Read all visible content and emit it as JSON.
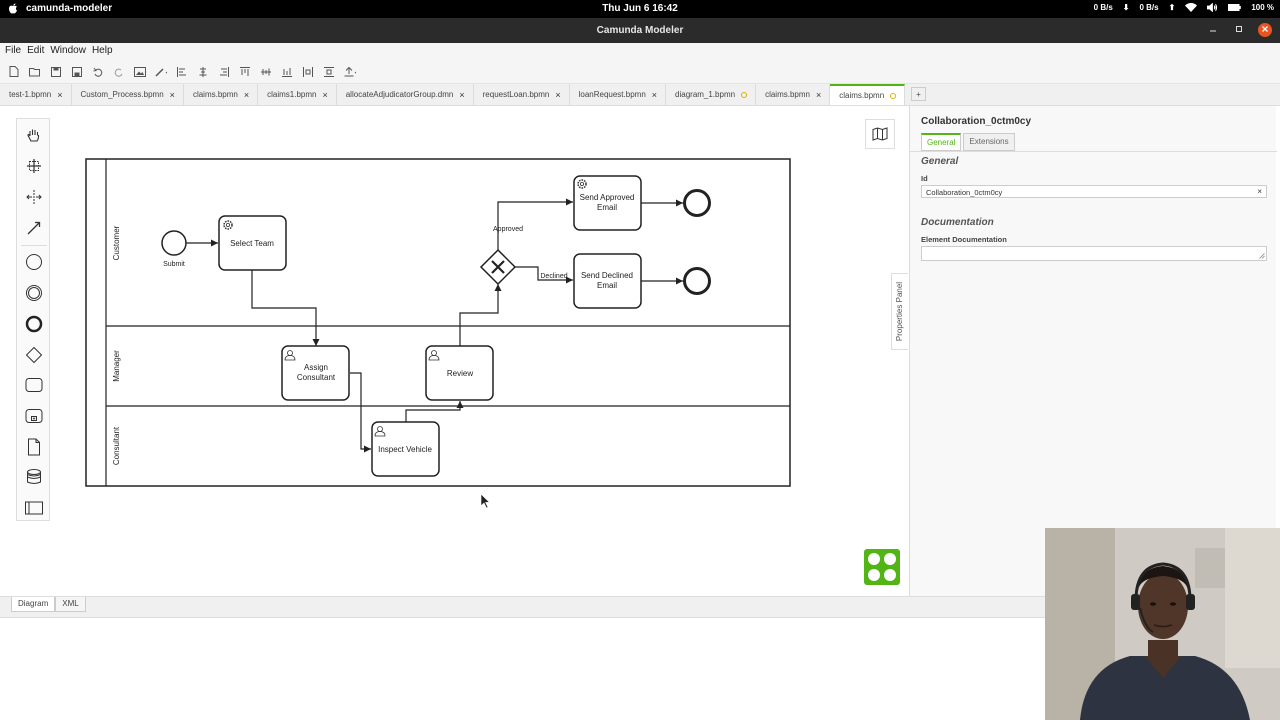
{
  "system": {
    "app_name": "camunda-modeler",
    "clock": "Thu Jun 6  16:42",
    "net_down": "0 B/s",
    "net_up": "0 B/s",
    "battery": "100 %"
  },
  "window": {
    "title": "Camunda Modeler"
  },
  "menu": [
    "File",
    "Edit",
    "Window",
    "Help"
  ],
  "tabs": [
    {
      "label": "test-1.bpmn",
      "state": "close"
    },
    {
      "label": "Custom_Process.bpmn",
      "state": "close"
    },
    {
      "label": "claims.bpmn",
      "state": "close"
    },
    {
      "label": "claims1.bpmn",
      "state": "close"
    },
    {
      "label": "allocateAdjudicatorGroup.dmn",
      "state": "close"
    },
    {
      "label": "requestLoan.bpmn",
      "state": "close"
    },
    {
      "label": "loanRequest.bpmn",
      "state": "close"
    },
    {
      "label": "diagram_1.bpmn",
      "state": "dirty"
    },
    {
      "label": "claims.bpmn",
      "state": "close"
    },
    {
      "label": "claims.bpmn",
      "state": "dirty",
      "active": true
    }
  ],
  "tab_add": "+",
  "diagram": {
    "lanes": [
      "Customer",
      "Manager",
      "Consultant"
    ],
    "start_label": "Submit",
    "tasks": {
      "select_team": "Select Team",
      "assign": [
        "Assign",
        "Consultant"
      ],
      "review": "Review",
      "inspect": "Inspect Vehicle",
      "approved_email": [
        "Send Approved",
        "Email"
      ],
      "declined_email": [
        "Send Declined",
        "Email"
      ]
    },
    "flow_labels": {
      "approved": "Approved",
      "declined": "Declined"
    },
    "colors": {
      "stroke": "#222222",
      "accent": "#52b415"
    }
  },
  "properties": {
    "toggle_label": "Properties Panel",
    "title": "Collaboration_0ctm0cy",
    "tabs": [
      {
        "label": "General",
        "active": true
      },
      {
        "label": "Extensions"
      }
    ],
    "general_heading": "General",
    "id_label": "Id",
    "id_value": "Collaboration_0ctm0cy",
    "clear_symbol": "×",
    "documentation_heading": "Documentation",
    "doc_label": "Element Documentation"
  },
  "views": [
    {
      "label": "Diagram",
      "active": true
    },
    {
      "label": "XML"
    }
  ]
}
